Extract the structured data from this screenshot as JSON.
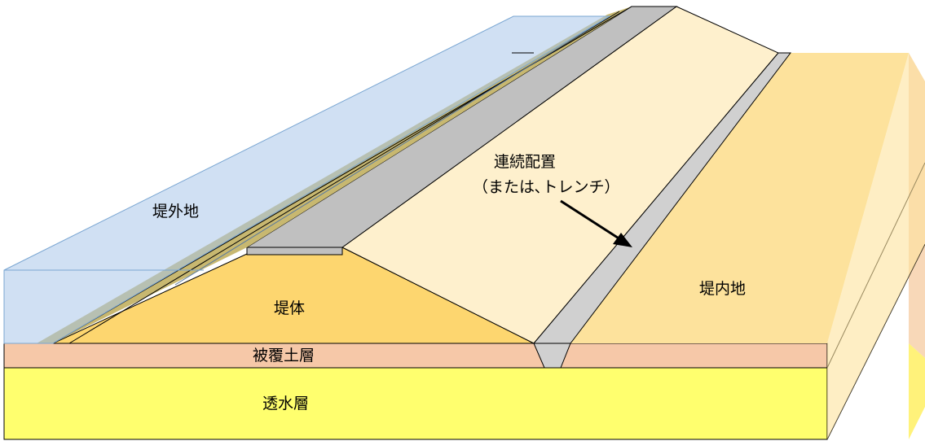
{
  "labels": {
    "outer_land": "堤外地",
    "levee_body": "堤体",
    "inner_land": "堤内地",
    "cover_soil_layer": "被覆土層",
    "permeable_layer": "透水層",
    "placement_title": "連続配置",
    "placement_note": "（または､トレンチ）"
  },
  "colors": {
    "water": "#cfe0f3",
    "water_edge": "#7aa6d2",
    "levee_body": "#fdd66f",
    "levee_top": "#fef0cd",
    "crown_road": "#c0c0c0",
    "inner_land": "#fde29c",
    "cover_soil": "#f6c8a8",
    "permeable": "#ffff6e",
    "wall": "#d0d0d0",
    "outline": "#000000"
  }
}
